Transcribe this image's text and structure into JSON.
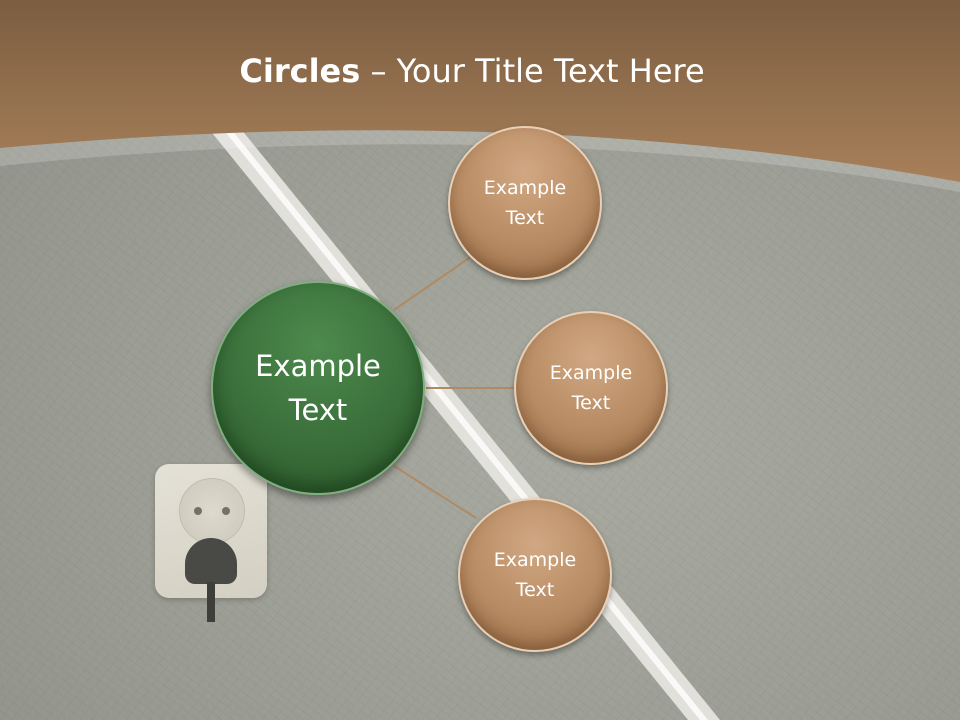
{
  "title": {
    "bold": "Circles",
    "rest": " – Your Title Text Here"
  },
  "diagram": {
    "center": {
      "label_line1": "Example",
      "label_line2": "Text",
      "color": "#3a6e3a"
    },
    "satellites": [
      {
        "label_line1": "Example",
        "label_line2": "Text",
        "color": "#b78b63"
      },
      {
        "label_line1": "Example",
        "label_line2": "Text",
        "color": "#b78b63"
      },
      {
        "label_line1": "Example",
        "label_line2": "Text",
        "color": "#b78b63"
      }
    ],
    "connector_color": "#b08a63"
  },
  "colors": {
    "header_top": "#7b5d40",
    "header_bottom": "#a8805a"
  }
}
